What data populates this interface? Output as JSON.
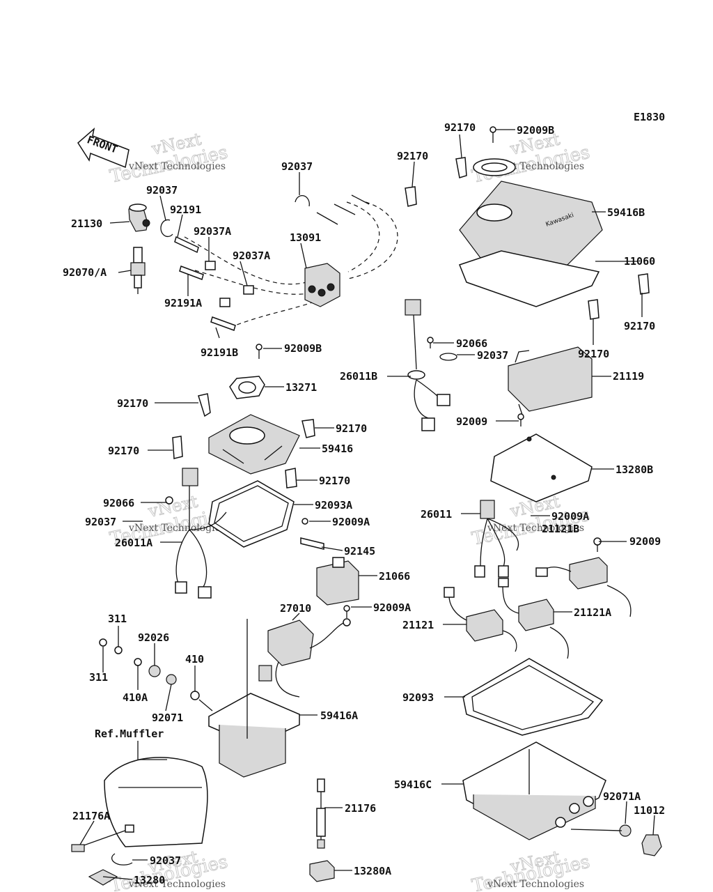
{
  "diagram_code": "E1830",
  "front_label": "FRONT",
  "ref_label": "Ref.Muffler",
  "watermarks": [
    {
      "title": "vNext",
      "sub": "Technologies",
      "line": "vNext Technologies"
    },
    {
      "title": "vNext",
      "sub": "Technologies",
      "line": "vNext Technologies"
    },
    {
      "title": "vNext",
      "sub": "Technologies",
      "line": "vNext Technologies"
    },
    {
      "title": "vNext",
      "sub": "Technologies",
      "line": "vNext Technologies"
    },
    {
      "title": "vNext",
      "sub": "Technologies",
      "line": "vNext Technologies"
    },
    {
      "title": "vNext",
      "sub": "Technologies",
      "line": "vNext Technologies"
    }
  ],
  "part_labels": [
    "92170",
    "92009B",
    "92170",
    "92037",
    "92037",
    "21130",
    "92191",
    "92037A",
    "13091",
    "92037A",
    "92070/A",
    "92191A",
    "59416B",
    "11060",
    "92170",
    "92191B",
    "92009B",
    "92066",
    "92037",
    "26011B",
    "92170",
    "21119",
    "13271",
    "92170",
    "92009",
    "92170",
    "92170",
    "59416",
    "92170",
    "13280B",
    "92066",
    "92093A",
    "92037",
    "92009A",
    "26011",
    "92009A",
    "26011A",
    "21121B",
    "92009",
    "92145",
    "21066",
    "27010",
    "92009A",
    "21121",
    "21121A",
    "311",
    "92026",
    "410",
    "311",
    "410A",
    "92071",
    "92093",
    "59416A",
    "59416C",
    "92071A",
    "11012",
    "21176",
    "21176A",
    "92037",
    "13280",
    "13280A"
  ]
}
